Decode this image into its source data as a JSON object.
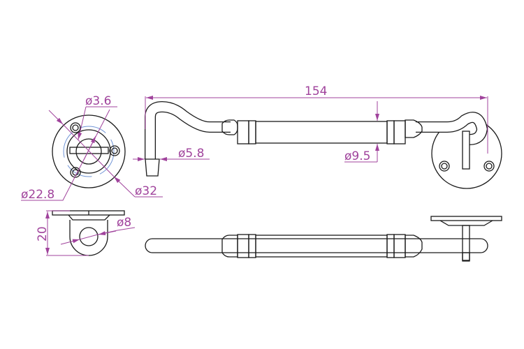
{
  "dimensions": {
    "length": "154",
    "screw_hole": "ø3.6",
    "hole_circle": "ø22.8",
    "plate_diameter": "ø32",
    "tip_diameter": "ø5.8",
    "bar_diameter": "ø9.5",
    "eye_height": "20",
    "eye_hole": "ø8"
  },
  "colors": {
    "dimension": "#a0439c",
    "outline": "#1a1a1a",
    "center_circle": "#6f94d6"
  }
}
